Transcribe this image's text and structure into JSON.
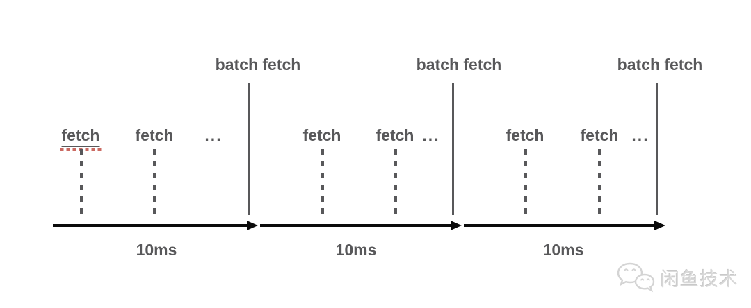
{
  "sections": [
    {
      "batch_fetch_label": "batch fetch",
      "fetches": [
        "fetch",
        "fetch",
        "..."
      ],
      "duration": "10ms"
    },
    {
      "batch_fetch_label": "batch fetch",
      "fetches": [
        "fetch",
        "fetch",
        "..."
      ],
      "duration": "10ms"
    },
    {
      "batch_fetch_label": "batch fetch",
      "fetches": [
        "fetch",
        "fetch",
        "..."
      ],
      "duration": "10ms"
    }
  ],
  "watermark": {
    "icon": "wechat-chat-bubbles-icon",
    "text": "闲鱼技术"
  },
  "colors": {
    "label_text": "#58585A",
    "arrow": "#0B0B0B",
    "solid_line": "#58585A",
    "dashed_line": "#58585A",
    "misspell_underline": "#CB6A62",
    "watermark": "#D8D8D8"
  }
}
